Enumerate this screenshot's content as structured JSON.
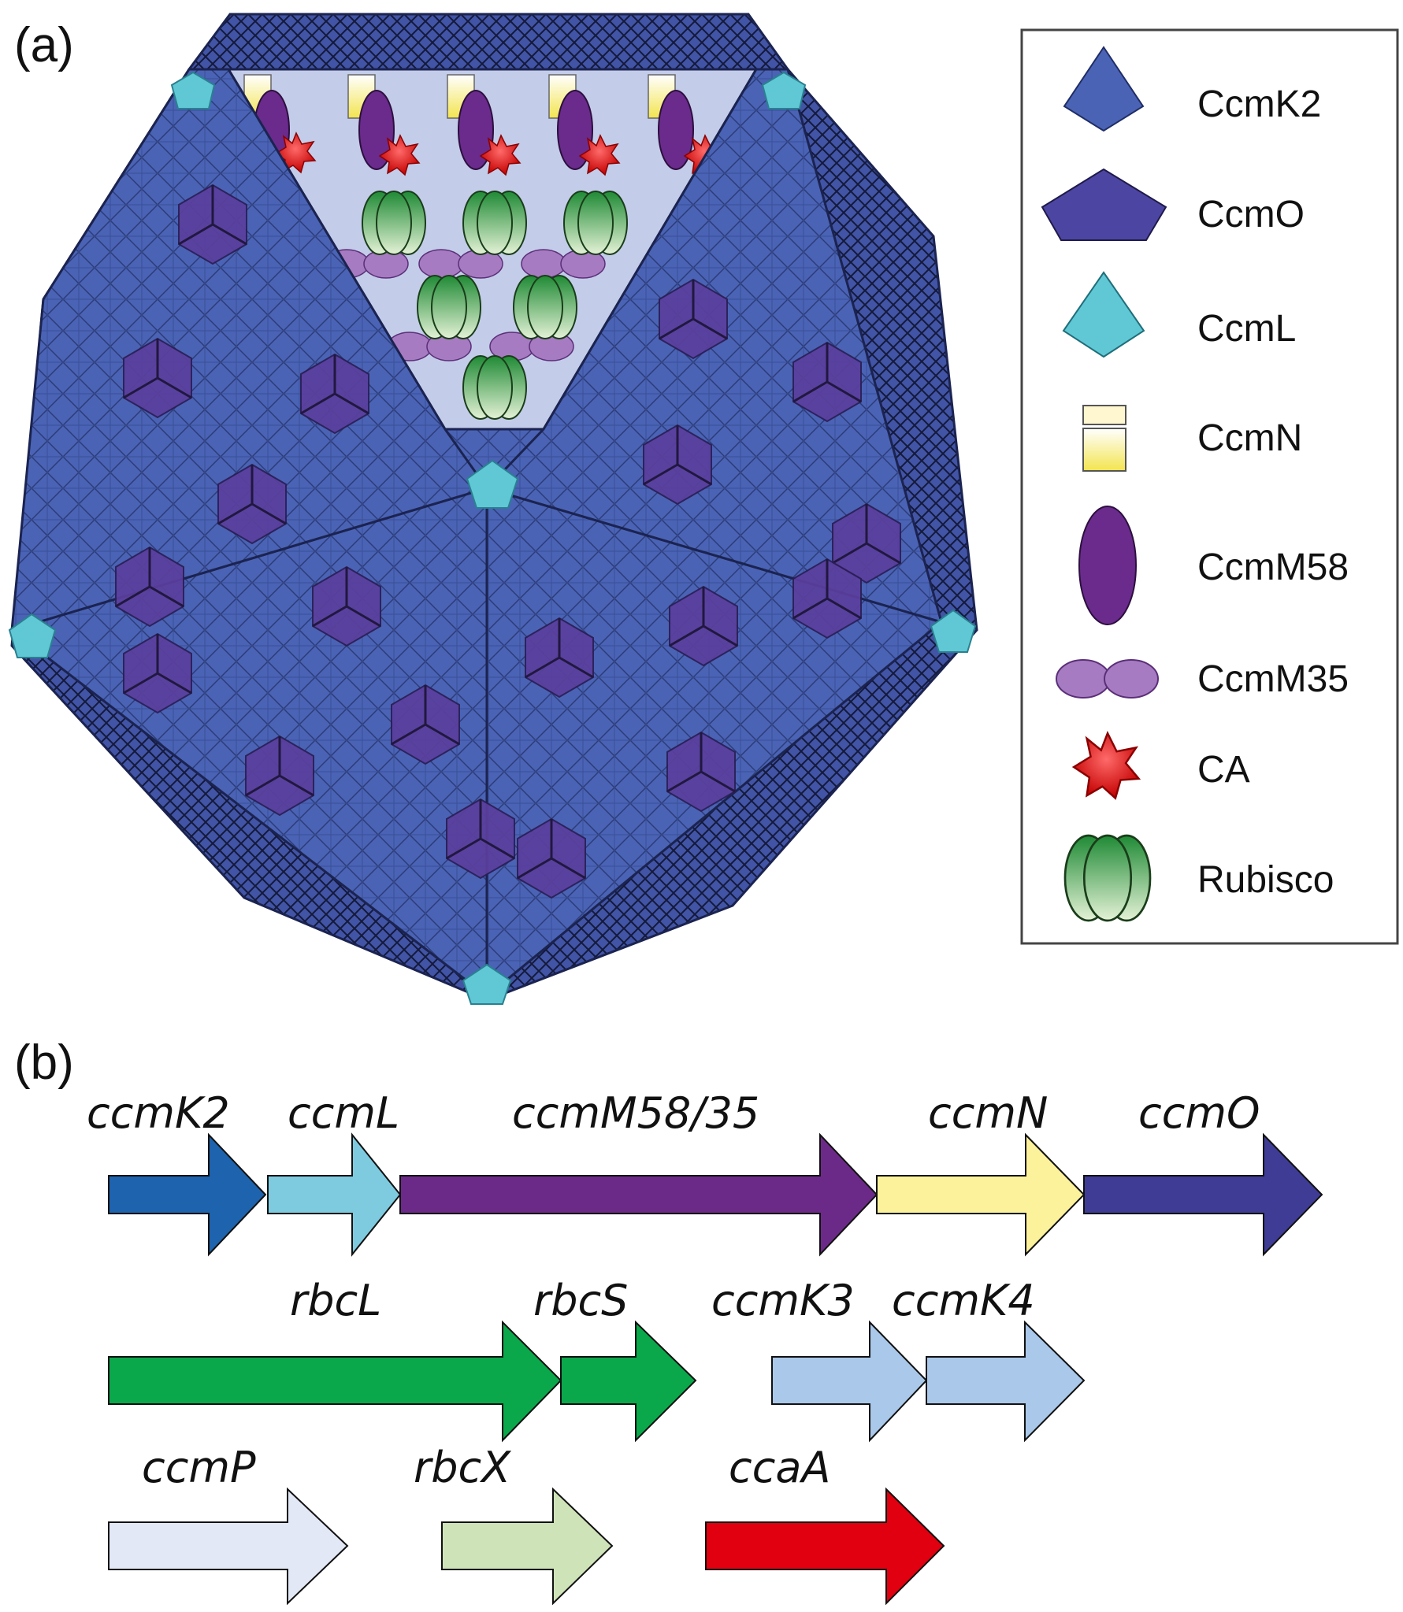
{
  "panel_a": {
    "label": "(a)",
    "legend": [
      {
        "key": "ccmk2",
        "label": "CcmK2",
        "shape": "kite",
        "color": "#4a63b5"
      },
      {
        "key": "ccmo",
        "label": "CcmO",
        "shape": "pentagon",
        "color": "#4d45a2"
      },
      {
        "key": "ccml",
        "label": "CcmL",
        "shape": "kite",
        "color": "#5fc8d4"
      },
      {
        "key": "ccmn",
        "label": "CcmN",
        "shape": "stacked-rect",
        "color": "#f7ee8a"
      },
      {
        "key": "ccmm58",
        "label": "CcmM58",
        "shape": "ellipse",
        "color": "#6a2b8c"
      },
      {
        "key": "ccmm35",
        "label": "CcmM35",
        "shape": "double-ellipse",
        "color": "#a77bc1"
      },
      {
        "key": "ca",
        "label": "CA",
        "shape": "star",
        "color": "#d11a1a"
      },
      {
        "key": "rubisco",
        "label": "Rubisco",
        "shape": "triple-ellipse",
        "color": "#2e9a3f"
      }
    ]
  },
  "panel_b": {
    "label": "(b)",
    "genes": [
      {
        "name": "ccmK2",
        "row": 0,
        "color": "#1d63ad"
      },
      {
        "name": "ccmL",
        "row": 0,
        "color": "#7ecbe0"
      },
      {
        "name": "ccmM58/35",
        "row": 0,
        "color": "#6c2a88"
      },
      {
        "name": "ccmN",
        "row": 0,
        "color": "#fdf29c"
      },
      {
        "name": "ccmO",
        "row": 0,
        "color": "#3f3c96"
      },
      {
        "name": "rbcL",
        "row": 1,
        "color": "#0aa84a"
      },
      {
        "name": "rbcS",
        "row": 1,
        "color": "#0aa84a"
      },
      {
        "name": "ccmK3",
        "row": 1,
        "color": "#a9c8ea"
      },
      {
        "name": "ccmK4",
        "row": 1,
        "color": "#a9c8ea"
      },
      {
        "name": "ccmP",
        "row": 2,
        "color": "#e2e8f6"
      },
      {
        "name": "rbcX",
        "row": 2,
        "color": "#cfe3b8"
      },
      {
        "name": "ccaA",
        "row": 2,
        "color": "#e0000f"
      }
    ]
  }
}
